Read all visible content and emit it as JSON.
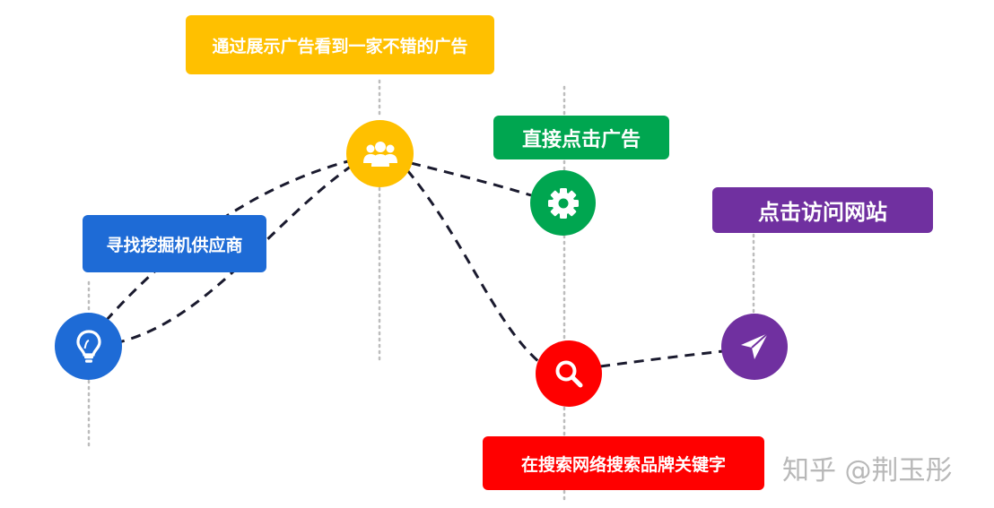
{
  "steps": [
    {
      "label": "寻找挖掘机供应商",
      "icon": "lightbulb-icon",
      "color": "#1E6BD6"
    },
    {
      "label": "通过展示广告看到一家不错的广告",
      "icon": "group-icon",
      "color": "#FFC000"
    },
    {
      "label": "直接点击广告",
      "icon": "gear-icon",
      "color": "#00A650"
    },
    {
      "label": "在搜索网络搜索品牌关键字",
      "icon": "search-icon",
      "color": "#FF0000"
    },
    {
      "label": "点击访问网站",
      "icon": "send-icon",
      "color": "#7030A0"
    }
  ],
  "watermark": "知乎 @荆玉彤"
}
